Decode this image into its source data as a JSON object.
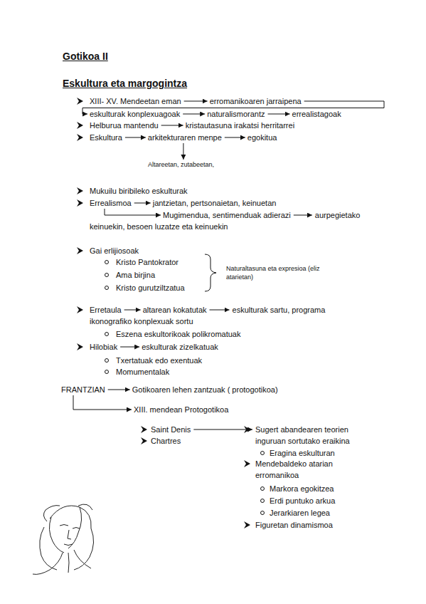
{
  "diagram": {
    "title": "Gotikoa II",
    "nodes": [
      {
        "text": [
          "XIII- XV. Mendeetan eman"
        ]
      },
      {
        "text": [
          "erromanikoaren jarraipena"
        ]
      },
      {
        "text": [
          "eskulturak konplexuagoak"
        ]
      },
      {
        "text": [
          "naturalismorantz"
        ]
      },
      {
        "text": [
          "errealistagoak"
        ]
      },
      {
        "text": [
          "Helburua mantendu"
        ]
      },
      {
        "text": [
          "kristautasuna irakatsi herritarrei"
        ]
      },
      {
        "text": [
          "Eskultura"
        ]
      },
      {
        "text": [
          "arkitekturaren menpe"
        ]
      },
      {
        "text": [
          "egokitua"
        ]
      },
      {
        "text": [
          "Altareetan, zutabeetan,"
        ]
      },
      {
        "text": [
          "Errealismoa"
        ]
      },
      {
        "text": [
          "jantzietan, pertsonaietan, keinuetan"
        ]
      },
      {
        "text": [
          "Mugimendua, sentimenduak adierazi"
        ]
      },
      {
        "text": [
          "aurpegietako keinuekin, besoen luzatze eta keinuekin"
        ]
      },
      {
        "text": [
          "Erretaula"
        ]
      },
      {
        "text": [
          "altarean kokatutak"
        ]
      },
      {
        "text": [
          "eskulturak sartu, programa ikonografiko konplexuak sortu"
        ]
      },
      {
        "text": [
          "Hilobiak"
        ]
      },
      {
        "text": [
          "eskulturak zizelkatuak"
        ]
      },
      {
        "text": [
          "FRANTZIAN"
        ]
      },
      {
        "text": [
          "Gotikoaren lehen zantzuak ( protogotikoa)"
        ]
      },
      {
        "text": [
          "XIII. mendean Protogotikoa"
        ]
      },
      {
        "text": [
          "Saint Denis"
        ]
      },
      {
        "text": [
          "Sugert abandearen teorien inguruan sortutako eraikina"
        ]
      }
    ],
    "edges": [
      {
        "from": 0,
        "to": 1,
        "arrow": "to"
      },
      {
        "from": 1,
        "to": 2,
        "arrow": "to"
      },
      {
        "from": 2,
        "to": 3,
        "arrow": "to"
      },
      {
        "from": 3,
        "to": 4,
        "arrow": "to"
      },
      {
        "from": 5,
        "to": 6,
        "arrow": "to"
      },
      {
        "from": 7,
        "to": 8,
        "arrow": "to"
      },
      {
        "from": 8,
        "to": 9,
        "arrow": "to"
      },
      {
        "from": 8,
        "to": 10,
        "arrow": "to"
      },
      {
        "from": 11,
        "to": 12,
        "arrow": "to"
      },
      {
        "from": 11,
        "to": 13,
        "arrow": "to"
      },
      {
        "from": 13,
        "to": 14,
        "arrow": "to"
      },
      {
        "from": 15,
        "to": 16,
        "arrow": "to"
      },
      {
        "from": 16,
        "to": 17,
        "arrow": "to"
      },
      {
        "from": 18,
        "to": 19,
        "arrow": "to"
      },
      {
        "from": 20,
        "to": 21,
        "arrow": "to"
      },
      {
        "from": 20,
        "to": 22,
        "arrow": "to"
      },
      {
        "from": 23,
        "to": 24,
        "arrow": "to"
      }
    ],
    "labels": [
      "Eskultura eta margogintza",
      "Mukuilu biribileko eskulturak",
      "Gai erlijiosoak",
      "Kristo Pantokrator",
      "Ama birjina",
      "Kristo gurutziltzatua",
      "Naturaltasuna eta expresioa (eliz atarietan)",
      "Eszena eskultorikoak polikromatuak",
      "Txertatuak edo exentuak",
      "Momumentalak",
      "Chartres",
      "Eragina eskulturan",
      "Mendebaldeko atarian erromanikoa",
      "Markora egokitzea",
      "Erdi puntuko arkua",
      "Jerarkiaren legea",
      "Figuretan dinamismoa"
    ]
  }
}
